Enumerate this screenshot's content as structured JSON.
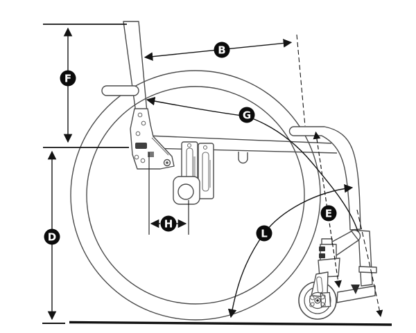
{
  "diagram": {
    "subject": "wheelchair-side-view-dimension-diagram",
    "background": "#ffffff",
    "line_color": "#4a4a4a",
    "dimension_color": "#131313",
    "label_bg": "#0b0b0b",
    "label_text_color": "#ffffff",
    "dimension_labels": {
      "b": "B",
      "d": "D",
      "e": "E",
      "f": "F",
      "g": "G",
      "h": "H",
      "l": "L"
    }
  }
}
